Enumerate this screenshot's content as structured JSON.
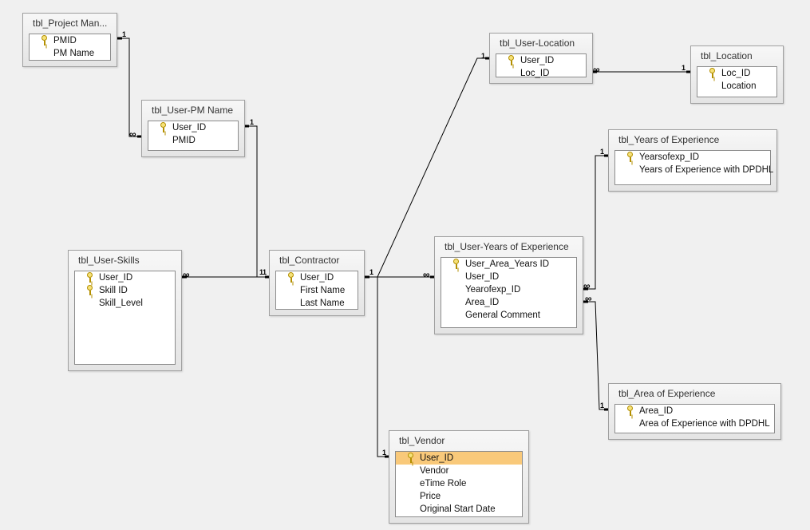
{
  "tables": {
    "project_manager": {
      "title": "tbl_Project Man...",
      "fields": [
        {
          "label": "PMID",
          "key": true
        },
        {
          "label": "PM Name",
          "key": false
        }
      ]
    },
    "user_pm": {
      "title": "tbl_User-PM Name",
      "fields": [
        {
          "label": "User_ID",
          "key": true
        },
        {
          "label": "PMID",
          "key": false
        }
      ]
    },
    "user_location": {
      "title": "tbl_User-Location",
      "fields": [
        {
          "label": "User_ID",
          "key": true
        },
        {
          "label": "Loc_ID",
          "key": false
        }
      ]
    },
    "location": {
      "title": "tbl_Location",
      "fields": [
        {
          "label": "Loc_ID",
          "key": true
        },
        {
          "label": "Location",
          "key": false
        }
      ]
    },
    "years_exp": {
      "title": "tbl_Years of Experience",
      "fields": [
        {
          "label": "Yearsofexp_ID",
          "key": true
        },
        {
          "label": "Years of Experience with DPDHL",
          "key": false
        }
      ]
    },
    "user_skills": {
      "title": "tbl_User-Skills",
      "fields": [
        {
          "label": "User_ID",
          "key": true
        },
        {
          "label": "Skill ID",
          "key": true
        },
        {
          "label": "Skill_Level",
          "key": false
        }
      ]
    },
    "contractor": {
      "title": "tbl_Contractor",
      "fields": [
        {
          "label": "User_ID",
          "key": true
        },
        {
          "label": "First Name",
          "key": false
        },
        {
          "label": "Last Name",
          "key": false
        }
      ]
    },
    "user_years_exp": {
      "title": "tbl_User-Years of Experience",
      "fields": [
        {
          "label": "User_Area_Years ID",
          "key": true
        },
        {
          "label": "User_ID",
          "key": false
        },
        {
          "label": "Yearofexp_ID",
          "key": false
        },
        {
          "label": "Area_ID",
          "key": false
        },
        {
          "label": "General Comment",
          "key": false
        }
      ]
    },
    "area_exp": {
      "title": "tbl_Area of Experience",
      "fields": [
        {
          "label": "Area_ID",
          "key": true
        },
        {
          "label": "Area of Experience with DPDHL",
          "key": false
        }
      ]
    },
    "vendor": {
      "title": "tbl_Vendor",
      "fields": [
        {
          "label": "User_ID",
          "key": true,
          "selected": true
        },
        {
          "label": "Vendor",
          "key": false
        },
        {
          "label": "eTime Role",
          "key": false
        },
        {
          "label": "Price",
          "key": false
        },
        {
          "label": "Original Start Date",
          "key": false
        }
      ]
    }
  },
  "cardinality": {
    "one": "1",
    "many": "∞"
  }
}
